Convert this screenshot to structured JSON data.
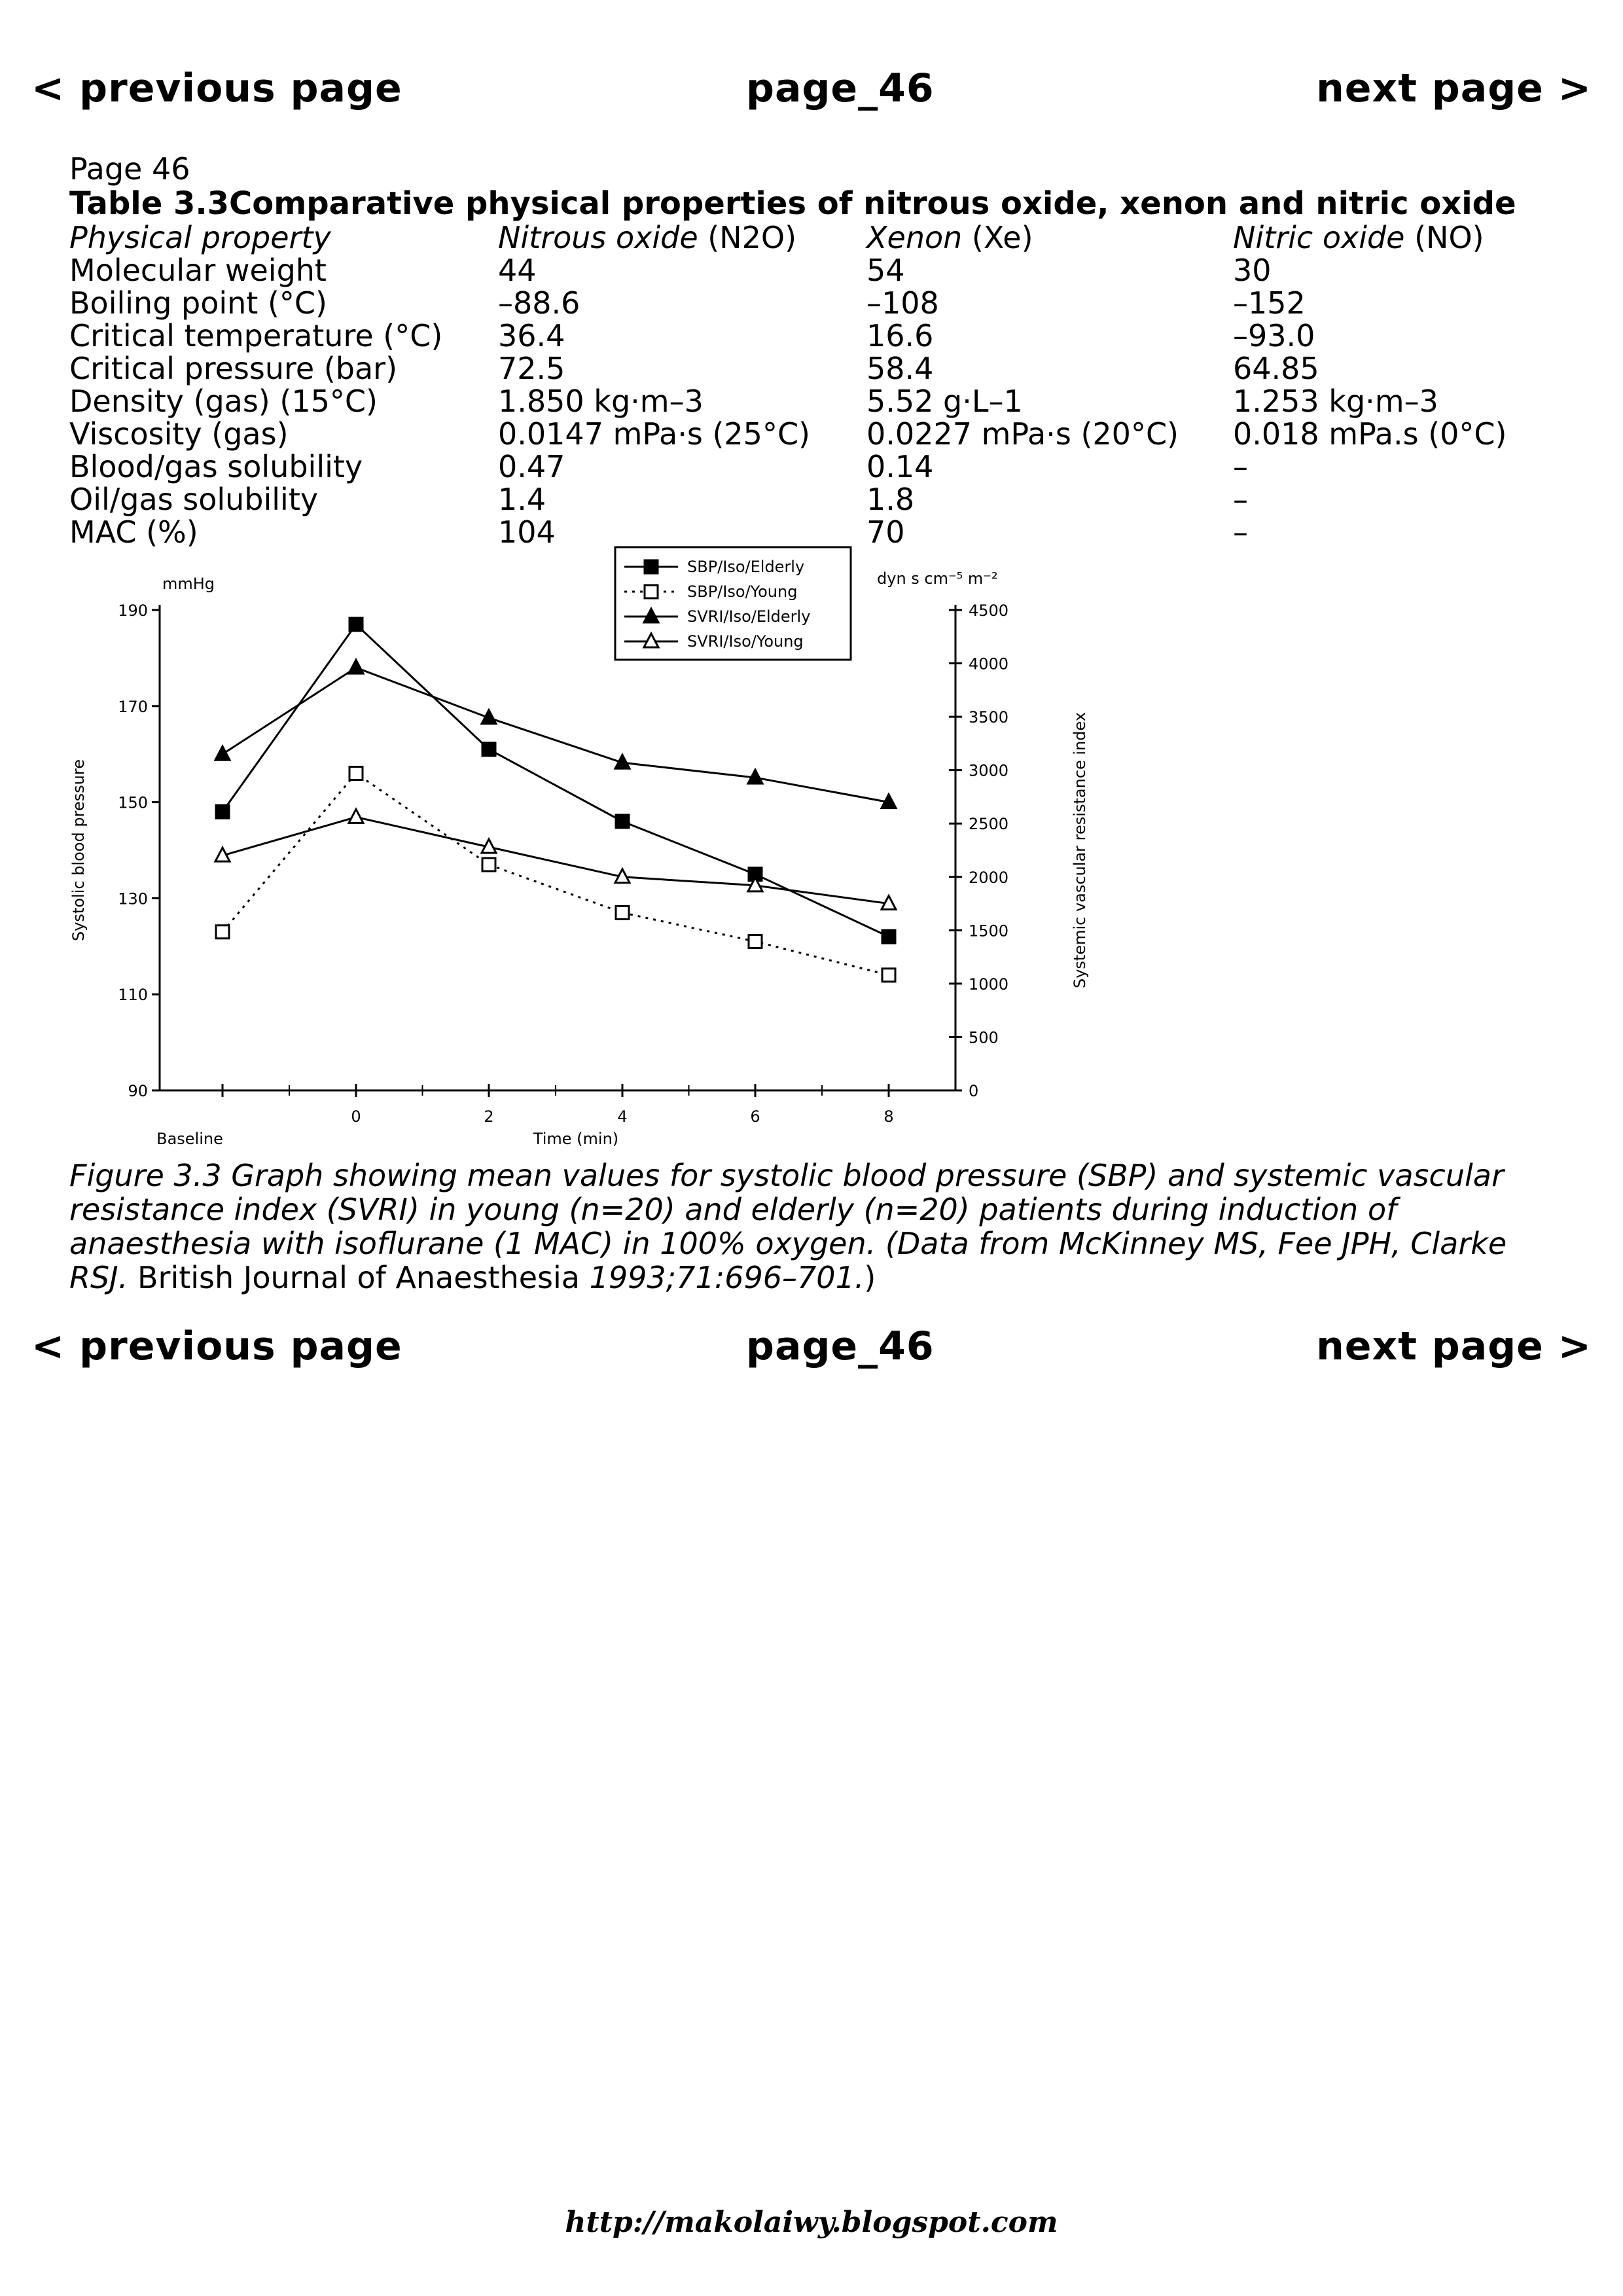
{
  "nav": {
    "prev": "< previous page",
    "page": "page_46",
    "next": "next page >"
  },
  "page_label": "Page 46",
  "table": {
    "title": "Table 3.3Comparative physical properties of nitrous oxide, xenon and nitric oxide",
    "header": [
      {
        "name": "Physical property",
        "suffix": ""
      },
      {
        "name": "Nitrous oxide",
        "suffix": " (N2O)"
      },
      {
        "name": "Xenon",
        "suffix": " (Xe)"
      },
      {
        "name": "Nitric oxide",
        "suffix": " (NO)"
      }
    ],
    "rows": [
      [
        "Molecular weight",
        "44",
        "54",
        "30"
      ],
      [
        "Boiling point (°C)",
        "–88.6",
        "–108",
        "–152"
      ],
      [
        "Critical temperature (°C)",
        "36.4",
        "16.6",
        "–93.0"
      ],
      [
        "Critical pressure (bar)",
        "72.5",
        "58.4",
        "64.85"
      ],
      [
        "Density (gas) (15°C)",
        "1.850 kg·m–3",
        "5.52 g·L–1",
        "1.253 kg·m–3"
      ],
      [
        "Viscosity (gas)",
        "0.0147 mPa·s (25°C)",
        "0.0227 mPa·s (20°C)",
        "0.018 mPa.s (0°C)"
      ],
      [
        "Blood/gas solubility",
        "0.47",
        "0.14",
        "–"
      ],
      [
        "Oil/gas solubility",
        "1.4",
        "1.8",
        "–"
      ],
      [
        "MAC (%)",
        "104",
        "70",
        "–"
      ]
    ]
  },
  "chart_data": {
    "type": "line",
    "left_axis_unit": "mmHg",
    "right_axis_unit": "dyn s cm⁻⁵ m⁻²",
    "ylabel_left": "Systolic blood pressure",
    "ylabel_right": "Systemic vascular resistance index",
    "xlabel": "Time (min)",
    "x_ticks": [
      "Baseline",
      "0",
      "2",
      "4",
      "6",
      "8"
    ],
    "ylim_left": [
      90,
      190
    ],
    "yticks_left": [
      "90",
      "110",
      "130",
      "150",
      "170",
      "190"
    ],
    "ylim_right": [
      0,
      4500
    ],
    "yticks_right": [
      "0",
      "500",
      "1000",
      "1500",
      "2000",
      "2500",
      "3000",
      "3500",
      "4000",
      "4500"
    ],
    "legend_position": "top",
    "series": [
      {
        "name": "SBP/Iso/Elderly",
        "axis": "left",
        "marker": "filled-square",
        "line": "solid",
        "values": [
          148,
          187,
          161,
          146,
          135,
          122
        ]
      },
      {
        "name": "SBP/Iso/Young",
        "axis": "left",
        "marker": "open-square",
        "line": "dotted",
        "values": [
          123,
          156,
          137,
          127,
          121,
          114
        ]
      },
      {
        "name": "SVRI/Iso/Elderly",
        "axis": "right",
        "marker": "filled-triangle",
        "line": "solid",
        "values": [
          3150,
          3960,
          3490,
          3070,
          2930,
          2700
        ]
      },
      {
        "name": "SVRI/Iso/Young",
        "axis": "right",
        "marker": "open-triangle",
        "line": "solid",
        "values": [
          2200,
          2560,
          2280,
          2000,
          1920,
          1750
        ]
      }
    ]
  },
  "caption": {
    "lead": "Figure 3.3 Graph showing mean values for systolic blood pressure (SBP) and systemic vascular resistance index (SVRI) in young (n=20) and elderly (n=20) patients during induction of anaesthesia with isoflurane (1 MAC) in 100% oxygen. (",
    "data_from": "Data from McKinney MS, Fee JPH, Clarke RSJ.",
    "journal": " British Journal of Anaesthesia ",
    "citation": "1993;71:696–701.",
    "close": ")"
  },
  "footer": "http://makolaiwy.blogspot.com"
}
